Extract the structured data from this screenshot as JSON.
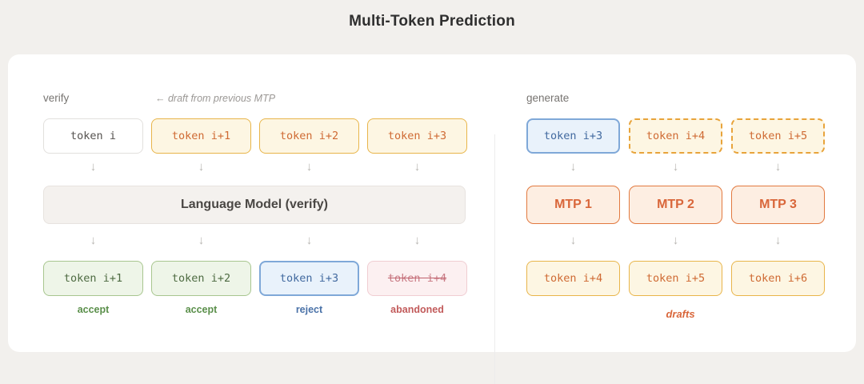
{
  "title": "Multi-Token Prediction",
  "left_panel": {
    "label": "verify",
    "hint": "← draft from previous MTP",
    "input_row": [
      {
        "text": "token i",
        "style": "plain"
      },
      {
        "text": "token i+1",
        "style": "amber"
      },
      {
        "text": "token i+2",
        "style": "amber"
      },
      {
        "text": "token i+3",
        "style": "amber"
      }
    ],
    "model_bar": "Language Model (verify)",
    "output_row": [
      {
        "text": "token i+1",
        "style": "green",
        "caption": "accept"
      },
      {
        "text": "token i+2",
        "style": "green",
        "caption": "accept"
      },
      {
        "text": "token i+3",
        "style": "blue",
        "caption": "reject"
      },
      {
        "text": "token i+4",
        "style": "pink",
        "caption": "abandoned"
      }
    ],
    "arrow": "↓"
  },
  "right_panel": {
    "label": "generate",
    "input_row": [
      {
        "text": "token i+3",
        "style": "blue"
      },
      {
        "text": "token i+4",
        "style": "amber-dashed"
      },
      {
        "text": "token i+5",
        "style": "amber-dashed"
      }
    ],
    "mtp_row": [
      "MTP 1",
      "MTP 2",
      "MTP 3"
    ],
    "output_row": [
      {
        "text": "token i+4",
        "style": "amber"
      },
      {
        "text": "token i+5",
        "style": "amber"
      },
      {
        "text": "token i+6",
        "style": "amber"
      }
    ],
    "drafts_label": "drafts",
    "arrow": "↓"
  },
  "colors": {
    "background": "#f2f0ed",
    "card": "#ffffff",
    "amber_border": "#e8b54a",
    "amber_fill": "#fdf6e3",
    "amber_text": "#cf6a33",
    "green_border": "#a8c68f",
    "green_fill": "#eef5e8",
    "blue_border": "#7fa8d8",
    "blue_fill": "#e9f2fb",
    "pink_border": "#f0cdd2",
    "pink_fill": "#fcf0f1",
    "mtp_border": "#e2793f",
    "mtp_fill": "#fdeee2"
  }
}
